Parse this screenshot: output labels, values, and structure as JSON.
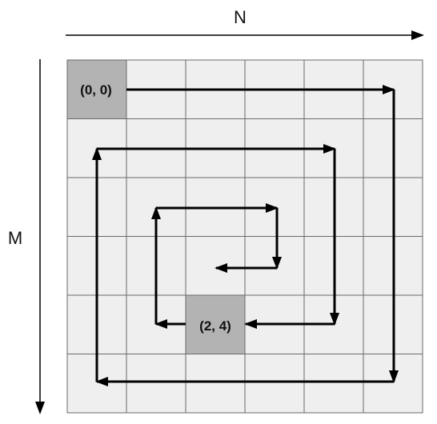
{
  "axes": {
    "horizontal_label": "N",
    "vertical_label": "M"
  },
  "grid": {
    "rows": 6,
    "cols": 6,
    "cell_color": "#efefef",
    "line_color": "#6a6a6a"
  },
  "highlighted_cells": [
    {
      "row": 0,
      "col": 0,
      "label": "(0, 0)",
      "color": "#b3b3b3"
    },
    {
      "row": 4,
      "col": 2,
      "label": "(2, 4)",
      "color": "#b3b3b3"
    }
  ],
  "spiral_color": "#000000"
}
